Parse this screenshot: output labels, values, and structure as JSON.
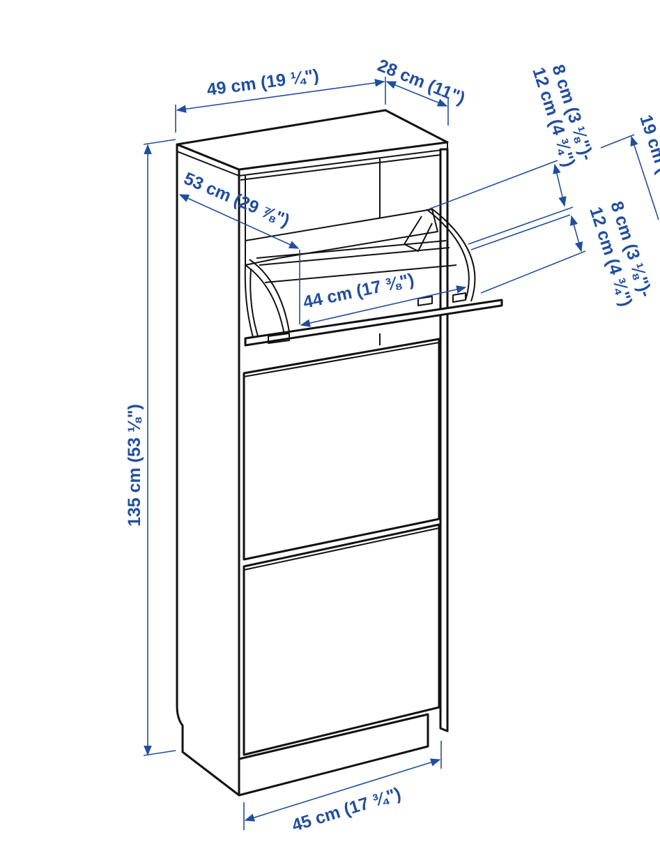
{
  "dimensions": {
    "width_top": "49 cm (19 ¼\")",
    "depth_top": "28 cm (11\")",
    "height": "135 cm (53 ⅛\")",
    "diagonal": "53 cm (29 ⅞\")",
    "inner_width": "44 cm (17 ⅜\")",
    "width_bottom": "45 cm (17 ¾\")",
    "gap_upper_line1": "8 cm (3 ⅛\")-",
    "gap_upper_line2": "12 cm (4 ¾\")",
    "gap_lower_line1": "8 cm (3 ⅛\")-",
    "gap_lower_line2": "12 cm (4 ¾\")",
    "gap_right": "19 cm ("
  },
  "colors": {
    "dimension": "#1f4e9e",
    "ink": "#111111",
    "background": "#ffffff"
  }
}
